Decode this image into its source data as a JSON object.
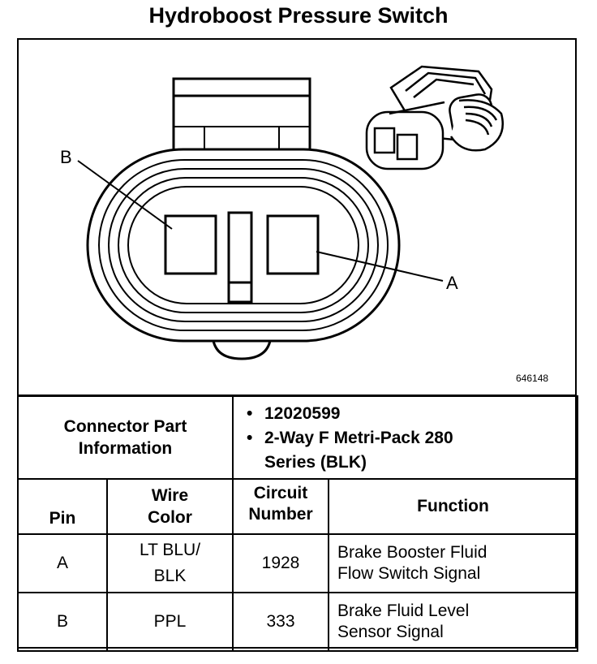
{
  "title": "Hydroboost Pressure Switch",
  "diagram": {
    "label_a": "A",
    "label_b": "B",
    "figure_code": "646148"
  },
  "connector": {
    "label": "Connector Part Information",
    "part_number": "12020599",
    "description": "2-Way F Metri-Pack 280 Series (BLK)"
  },
  "table": {
    "headers": {
      "pin": "Pin",
      "wire_color": "Wire Color",
      "circuit_number": "Circuit Number",
      "function": "Function"
    },
    "rows": [
      {
        "pin": "A",
        "wire_color": "LT BLU/ BLK",
        "circuit": "1928",
        "function": "Brake Booster Fluid Flow Switch Signal"
      },
      {
        "pin": "B",
        "wire_color": "PPL",
        "circuit": "333",
        "function": "Brake Fluid Level Sensor Signal"
      }
    ]
  }
}
